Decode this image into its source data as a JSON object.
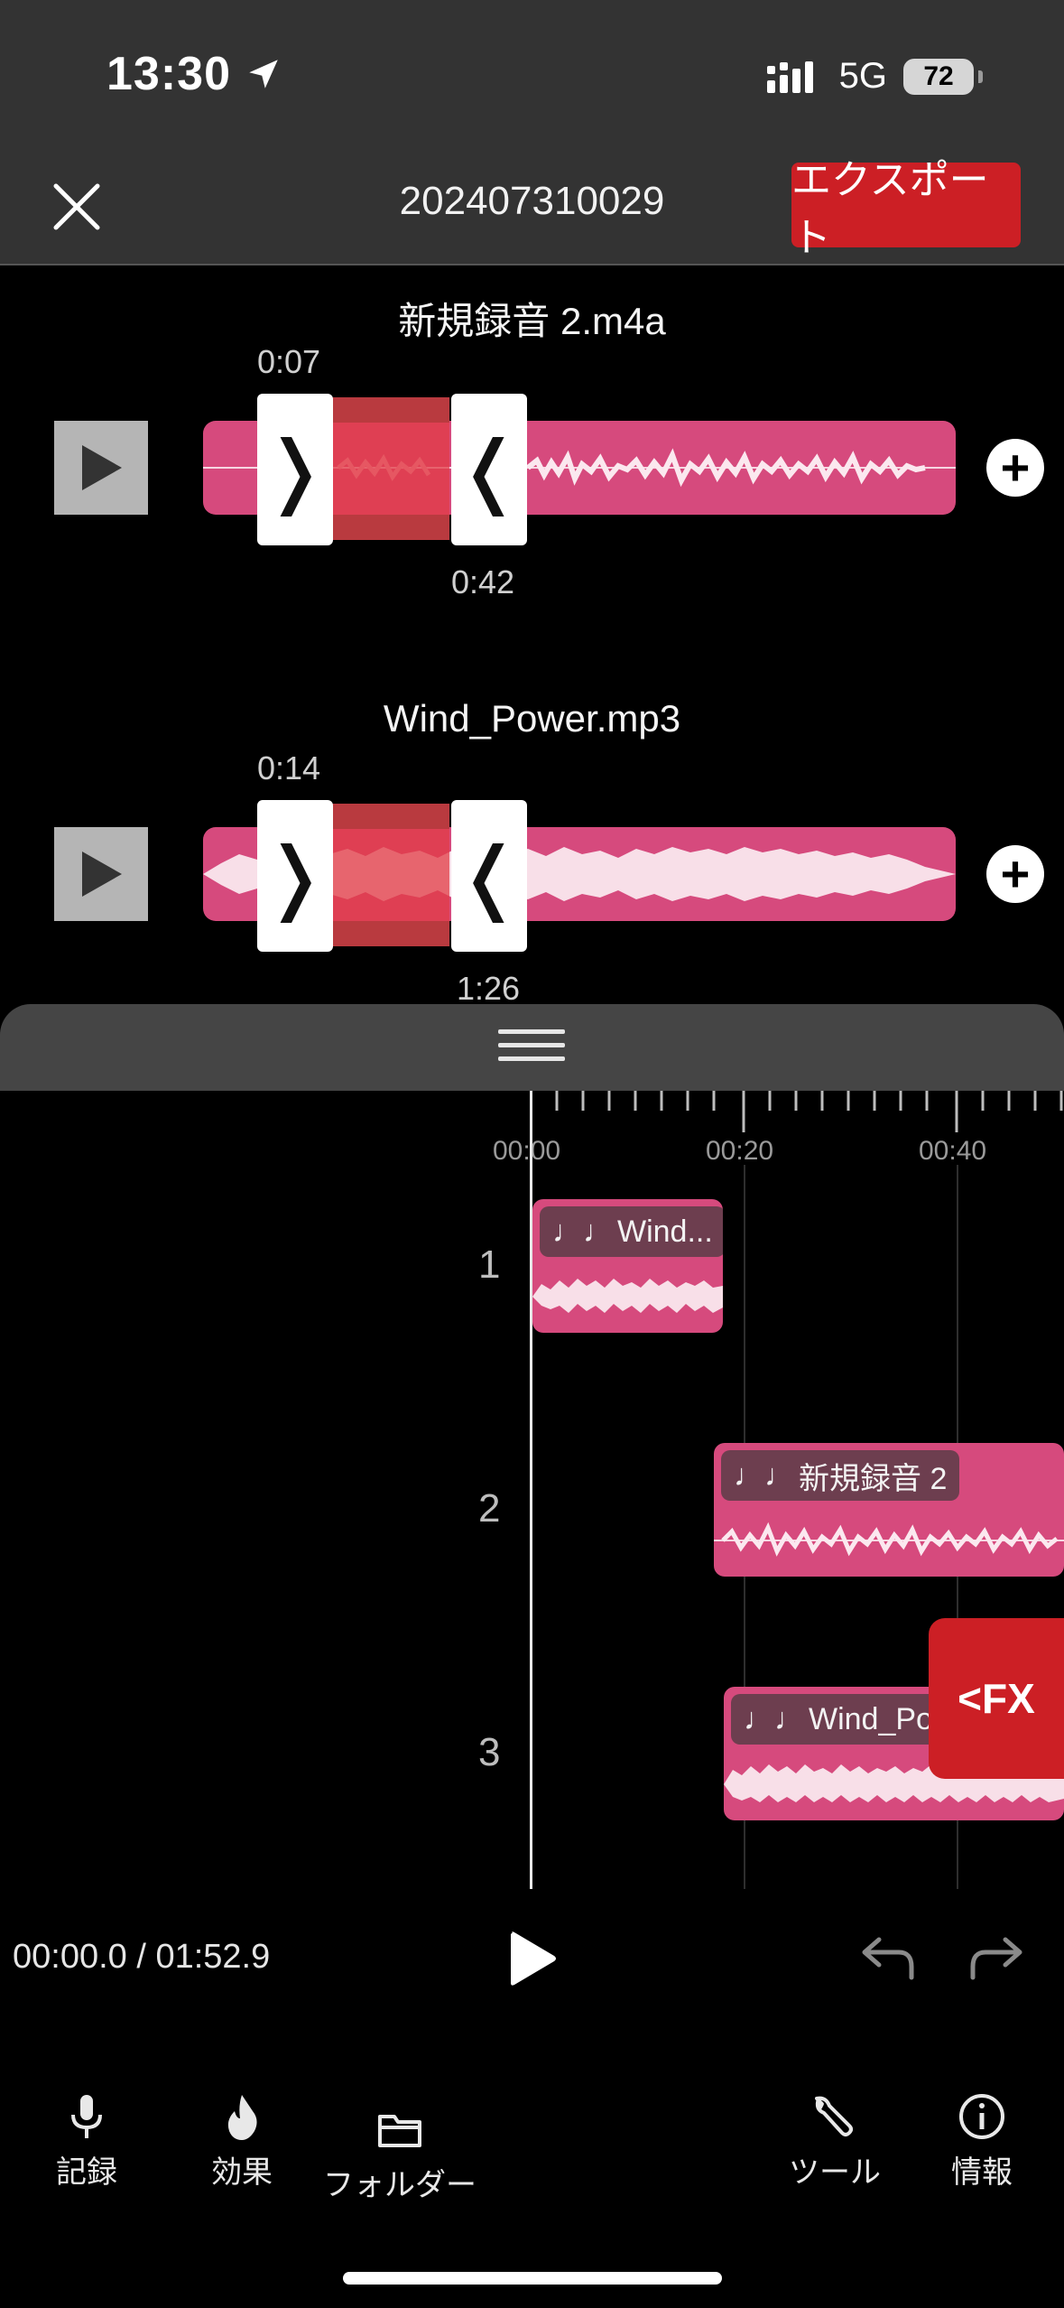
{
  "status_bar": {
    "time": "13:30",
    "network": "5G",
    "battery": "72"
  },
  "header": {
    "title": "202407310029",
    "export_label": "エクスポート"
  },
  "trim_tracks": [
    {
      "file_name": "新規録音 2.m4a",
      "start_time": "0:07",
      "end_time": "0:42"
    },
    {
      "file_name": "Wind_Power.mp3",
      "start_time": "0:14",
      "end_time": "1:26"
    }
  ],
  "timeline": {
    "ruler_labels": [
      "00:00",
      "00:20",
      "00:40"
    ],
    "tracks": [
      {
        "number": "1",
        "clip_label": "Wind..."
      },
      {
        "number": "2",
        "clip_label": "新規録音 2"
      },
      {
        "number": "3",
        "clip_label": "Wind_Pow"
      }
    ],
    "fx_label": "<FX"
  },
  "transport": {
    "position": "00:00.0 / 01:52.9"
  },
  "bottom_nav": [
    {
      "label": "記録",
      "icon": "microphone-icon"
    },
    {
      "label": "効果",
      "icon": "flame-icon"
    },
    {
      "label": "フォルダー",
      "icon": "folder-icon"
    },
    {
      "label": "ツール",
      "icon": "wrench-icon"
    },
    {
      "label": "情報",
      "icon": "info-icon"
    }
  ],
  "colors": {
    "accent_red": "#cc1f25",
    "clip_pink": "#d64a7d",
    "header_bg": "#333333"
  }
}
